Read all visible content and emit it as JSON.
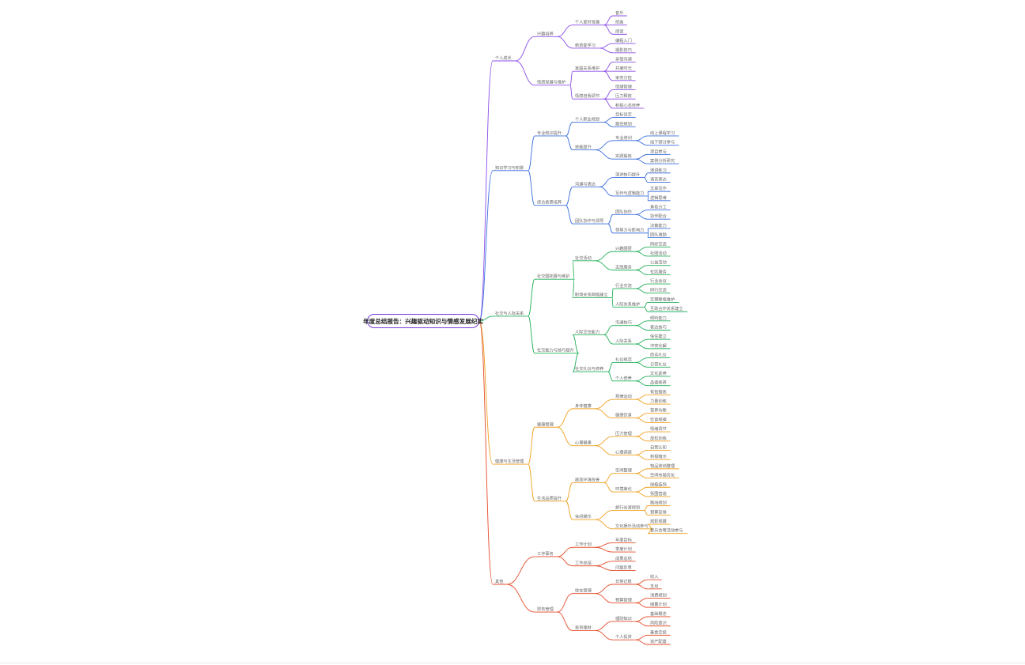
{
  "colors": {
    "branch_0": "#8a4de8",
    "branch_1": "#3a6fe0",
    "branch_2": "#22b05a",
    "branch_3": "#f0a020",
    "branch_4": "#e44b2a",
    "text": "#666666"
  },
  "mindmap": {
    "root": "年度总结报告：兴趣驱动知识与情感发展纪实",
    "branches": [
      {
        "label": "个人成长",
        "children": [
          {
            "label": "兴趣培养",
            "children": [
              {
                "label": "个人爱好发展",
                "children": [
                  {
                    "label": "音乐"
                  },
                  {
                    "label": "绘画"
                  },
                  {
                    "label": "阅读"
                  }
                ]
              },
              {
                "label": "新技能学习",
                "children": [
                  {
                    "label": "编程入门"
                  },
                  {
                    "label": "摄影技巧"
                  }
                ]
              }
            ]
          },
          {
            "label": "情感发展与维护",
            "children": [
              {
                "label": "家庭关系维护",
                "children": [
                  {
                    "label": "亲情沟通"
                  },
                  {
                    "label": "共度时光"
                  },
                  {
                    "label": "家务分担"
                  }
                ]
              },
              {
                "label": "情感自我调节",
                "children": [
                  {
                    "label": "情绪管理"
                  },
                  {
                    "label": "压力释放"
                  },
                  {
                    "label": "积极心态培养"
                  }
                ]
              }
            ]
          }
        ]
      },
      {
        "label": "知识学习与积累",
        "children": [
          {
            "label": "专业知识提升",
            "children": [
              {
                "label": "个人职业规划",
                "children": [
                  {
                    "label": "目标设定"
                  },
                  {
                    "label": "路径规划"
                  }
                ]
              },
              {
                "label": "技能提升",
                "children": [
                  {
                    "label": "专业培训",
                    "children": [
                      {
                        "label": "线上课程学习"
                      },
                      {
                        "label": "线下研讨参与"
                      }
                    ]
                  },
                  {
                    "label": "实践锻炼",
                    "children": [
                      {
                        "label": "项目参与"
                      },
                      {
                        "label": "案例分析研究"
                      }
                    ]
                  }
                ]
              }
            ]
          },
          {
            "label": "综合素质培养",
            "children": [
              {
                "label": "沟通与表达",
                "children": [
                  {
                    "label": "演讲技巧提升",
                    "children": [
                      {
                        "label": "演讲练习"
                      },
                      {
                        "label": "语言表达"
                      }
                    ]
                  },
                  {
                    "label": "写作与逻辑能力",
                    "children": [
                      {
                        "label": "文章写作"
                      },
                      {
                        "label": "逻辑思维"
                      }
                    ]
                  }
                ]
              },
              {
                "label": "团队协作与领导",
                "children": [
                  {
                    "label": "团队协作",
                    "children": [
                      {
                        "label": "角色分工"
                      },
                      {
                        "label": "协作配合"
                      }
                    ]
                  },
                  {
                    "label": "领导力与影响力",
                    "children": [
                      {
                        "label": "决策能力"
                      },
                      {
                        "label": "团队激励"
                      }
                    ]
                  }
                ]
              }
            ]
          }
        ]
      },
      {
        "label": "社交与人际关系",
        "children": [
          {
            "label": "社交圈拓展与维护",
            "children": [
              {
                "label": "社交活动",
                "children": [
                  {
                    "label": "兴趣圈层",
                    "children": [
                      {
                        "label": "同好交流"
                      },
                      {
                        "label": "社团活动"
                      }
                    ]
                  },
                  {
                    "label": "志愿服务",
                    "children": [
                      {
                        "label": "公益活动"
                      },
                      {
                        "label": "社区服务"
                      }
                    ]
                  }
                ]
              },
              {
                "label": "职场关系网络建立",
                "children": [
                  {
                    "label": "行业交流",
                    "children": [
                      {
                        "label": "行业会议"
                      },
                      {
                        "label": "同行交流"
                      }
                    ]
                  },
                  {
                    "label": "人际关系维护",
                    "children": [
                      {
                        "label": "定期联络维护"
                      },
                      {
                        "label": "互助合作关系建立"
                      }
                    ]
                  }
                ]
              }
            ]
          },
          {
            "label": "社交能力与技巧提升",
            "children": [
              {
                "label": "人际交往能力",
                "children": [
                  {
                    "label": "沟通技巧",
                    "children": [
                      {
                        "label": "倾听能力"
                      },
                      {
                        "label": "表达技巧"
                      }
                    ]
                  },
                  {
                    "label": "人际关系",
                    "children": [
                      {
                        "label": "信任建立"
                      },
                      {
                        "label": "冲突化解"
                      }
                    ]
                  }
                ]
              },
              {
                "label": "社交礼仪与修养",
                "children": [
                  {
                    "label": "礼仪规范",
                    "children": [
                      {
                        "label": "商务礼仪"
                      },
                      {
                        "label": "日常礼仪"
                      }
                    ]
                  },
                  {
                    "label": "个人修养",
                    "children": [
                      {
                        "label": "文化素养"
                      },
                      {
                        "label": "品德修养"
                      }
                    ]
                  }
                ]
              }
            ]
          }
        ]
      },
      {
        "label": "健康与生活管理",
        "children": [
          {
            "label": "健康管理",
            "children": [
              {
                "label": "身体健康",
                "children": [
                  {
                    "label": "规律运动",
                    "children": [
                      {
                        "label": "有氧锻炼"
                      },
                      {
                        "label": "力量训练"
                      }
                    ]
                  },
                  {
                    "label": "健康饮食",
                    "children": [
                      {
                        "label": "营养均衡"
                      },
                      {
                        "label": "饮食规律"
                      }
                    ]
                  }
                ]
              },
              {
                "label": "心理健康",
                "children": [
                  {
                    "label": "压力管理",
                    "children": [
                      {
                        "label": "情绪调节"
                      },
                      {
                        "label": "放松训练"
                      }
                    ]
                  },
                  {
                    "label": "心理调适",
                    "children": [
                      {
                        "label": "自我认知"
                      },
                      {
                        "label": "积极暗示"
                      }
                    ]
                  }
                ]
              }
            ]
          },
          {
            "label": "生活品质提升",
            "children": [
              {
                "label": "居家环境改善",
                "children": [
                  {
                    "label": "空间整理",
                    "children": [
                      {
                        "label": "物品收纳整理"
                      },
                      {
                        "label": "空间布局优化"
                      }
                    ]
                  },
                  {
                    "label": "环境美化",
                    "children": [
                      {
                        "label": "绿植装饰"
                      },
                      {
                        "label": "氛围营造"
                      }
                    ]
                  }
                ]
              },
              {
                "label": "休闲娱乐",
                "children": [
                  {
                    "label": "旅行出游规划",
                    "children": [
                      {
                        "label": "路线规划"
                      },
                      {
                        "label": "预算安排"
                      }
                    ]
                  },
                  {
                    "label": "文化娱乐活动参与",
                    "children": [
                      {
                        "label": "观影观展"
                      },
                      {
                        "label": "音乐会等活动参与"
                      }
                    ]
                  }
                ]
              }
            ]
          }
        ]
      },
      {
        "label": "其他",
        "children": [
          {
            "label": "工作事务",
            "children": [
              {
                "label": "工作计划",
                "children": [
                  {
                    "label": "年度目标"
                  },
                  {
                    "label": "季度计划"
                  }
                ]
              },
              {
                "label": "工作总结",
                "children": [
                  {
                    "label": "成果总结"
                  },
                  {
                    "label": "问题反思"
                  }
                ]
              }
            ]
          },
          {
            "label": "财务管理",
            "children": [
              {
                "label": "收支管理",
                "children": [
                  {
                    "label": "日常记账",
                    "children": [
                      {
                        "label": "收入"
                      },
                      {
                        "label": "支出"
                      }
                    ]
                  },
                  {
                    "label": "预算管理",
                    "children": [
                      {
                        "label": "消费规划"
                      },
                      {
                        "label": "储蓄计划"
                      }
                    ]
                  }
                ]
              },
              {
                "label": "投资理财",
                "children": [
                  {
                    "label": "理财知识",
                    "children": [
                      {
                        "label": "基础概念"
                      },
                      {
                        "label": "风险意识"
                      }
                    ]
                  },
                  {
                    "label": "个人投资",
                    "children": [
                      {
                        "label": "基金定投"
                      },
                      {
                        "label": "资产配置"
                      }
                    ]
                  }
                ]
              }
            ]
          }
        ]
      }
    ]
  }
}
